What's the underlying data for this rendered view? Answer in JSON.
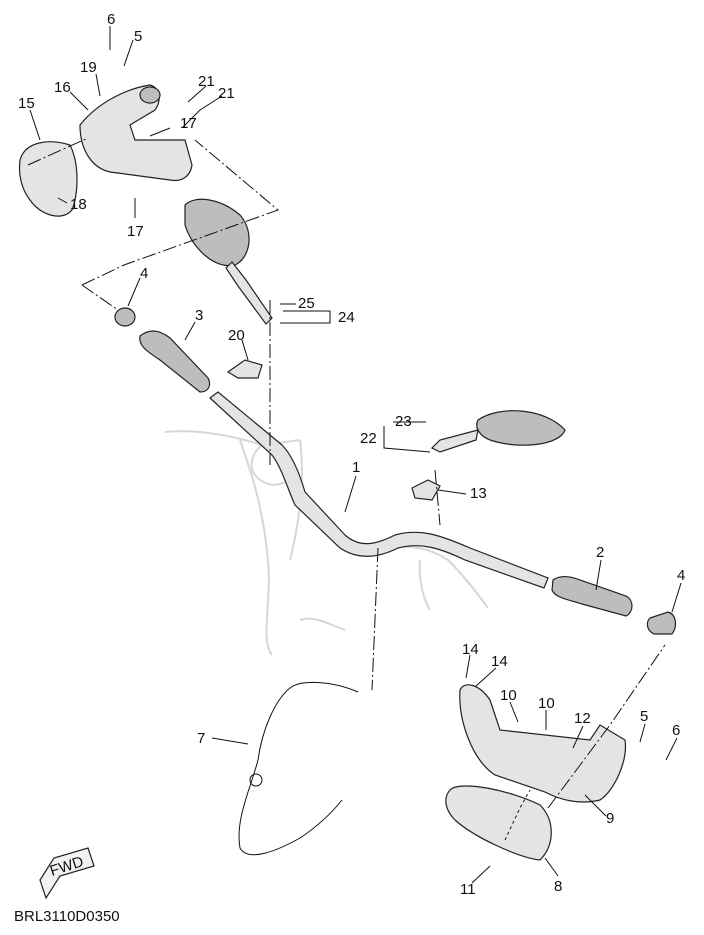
{
  "diagram": {
    "drawing_code": "BRL3110D0350",
    "direction_badge": "FWD",
    "callouts": [
      "6",
      "5",
      "19",
      "16",
      "15",
      "21",
      "21",
      "17",
      "18",
      "17",
      "4",
      "3",
      "25",
      "24",
      "20",
      "23",
      "22",
      "1",
      "13",
      "2",
      "4",
      "14",
      "14",
      "10",
      "10",
      "12",
      "5",
      "6",
      "7",
      "9",
      "8",
      "11"
    ]
  }
}
